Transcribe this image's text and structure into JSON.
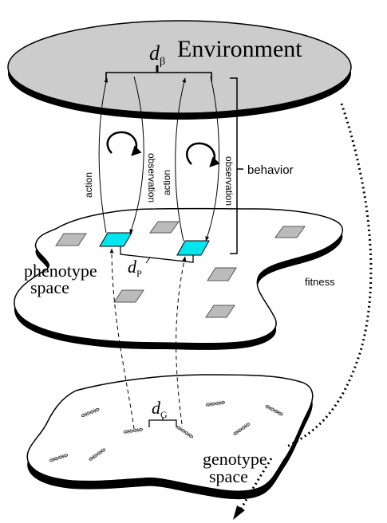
{
  "environment": {
    "label": "Environment",
    "distance_symbol": "d",
    "distance_subscript": "β",
    "fill_color": "#cccccc",
    "edge_color": "#000000"
  },
  "loops": [
    {
      "action_label": "action",
      "observation_label": "observation"
    },
    {
      "action_label": "action",
      "observation_label": "observation"
    }
  ],
  "behavior_label": "behavior",
  "fitness_label": "fitness",
  "phenotype": {
    "label_line1": "phenotype",
    "label_line2": "space",
    "distance_symbol": "d",
    "distance_subscript": "P",
    "active_color": "#00e5ee",
    "inactive_color": "#bbbbbb"
  },
  "genotype": {
    "label_line1": "genotype",
    "label_line2": "space",
    "distance_symbol": "d",
    "distance_subscript": "G",
    "dna_icon": "dna-strand-icon"
  }
}
